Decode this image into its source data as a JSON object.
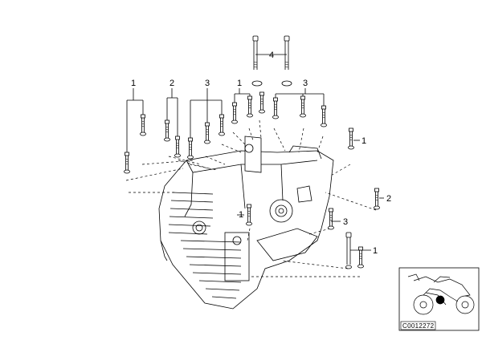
{
  "diagram": {
    "callouts": [
      {
        "id": "bolt-left-vertical-1",
        "text": "1"
      },
      {
        "id": "bolt-left-vertical-2",
        "text": "2"
      },
      {
        "id": "bolt-left-vertical-3",
        "text": "3"
      },
      {
        "id": "bolt-top-middle-1",
        "text": "1"
      },
      {
        "id": "bolt-top-long-4",
        "text": "4"
      },
      {
        "id": "bolt-top-right-3",
        "text": "3"
      },
      {
        "id": "bolt-right-upper-1",
        "text": "1"
      },
      {
        "id": "bolt-right-mid-2",
        "text": "2"
      },
      {
        "id": "bolt-center-1",
        "text": "1"
      },
      {
        "id": "bolt-right-3",
        "text": "3"
      },
      {
        "id": "bolt-right-lower-1",
        "text": "1"
      }
    ],
    "reference_code": "C0012272",
    "thumbnail_icon": "motorcycle-icon"
  }
}
